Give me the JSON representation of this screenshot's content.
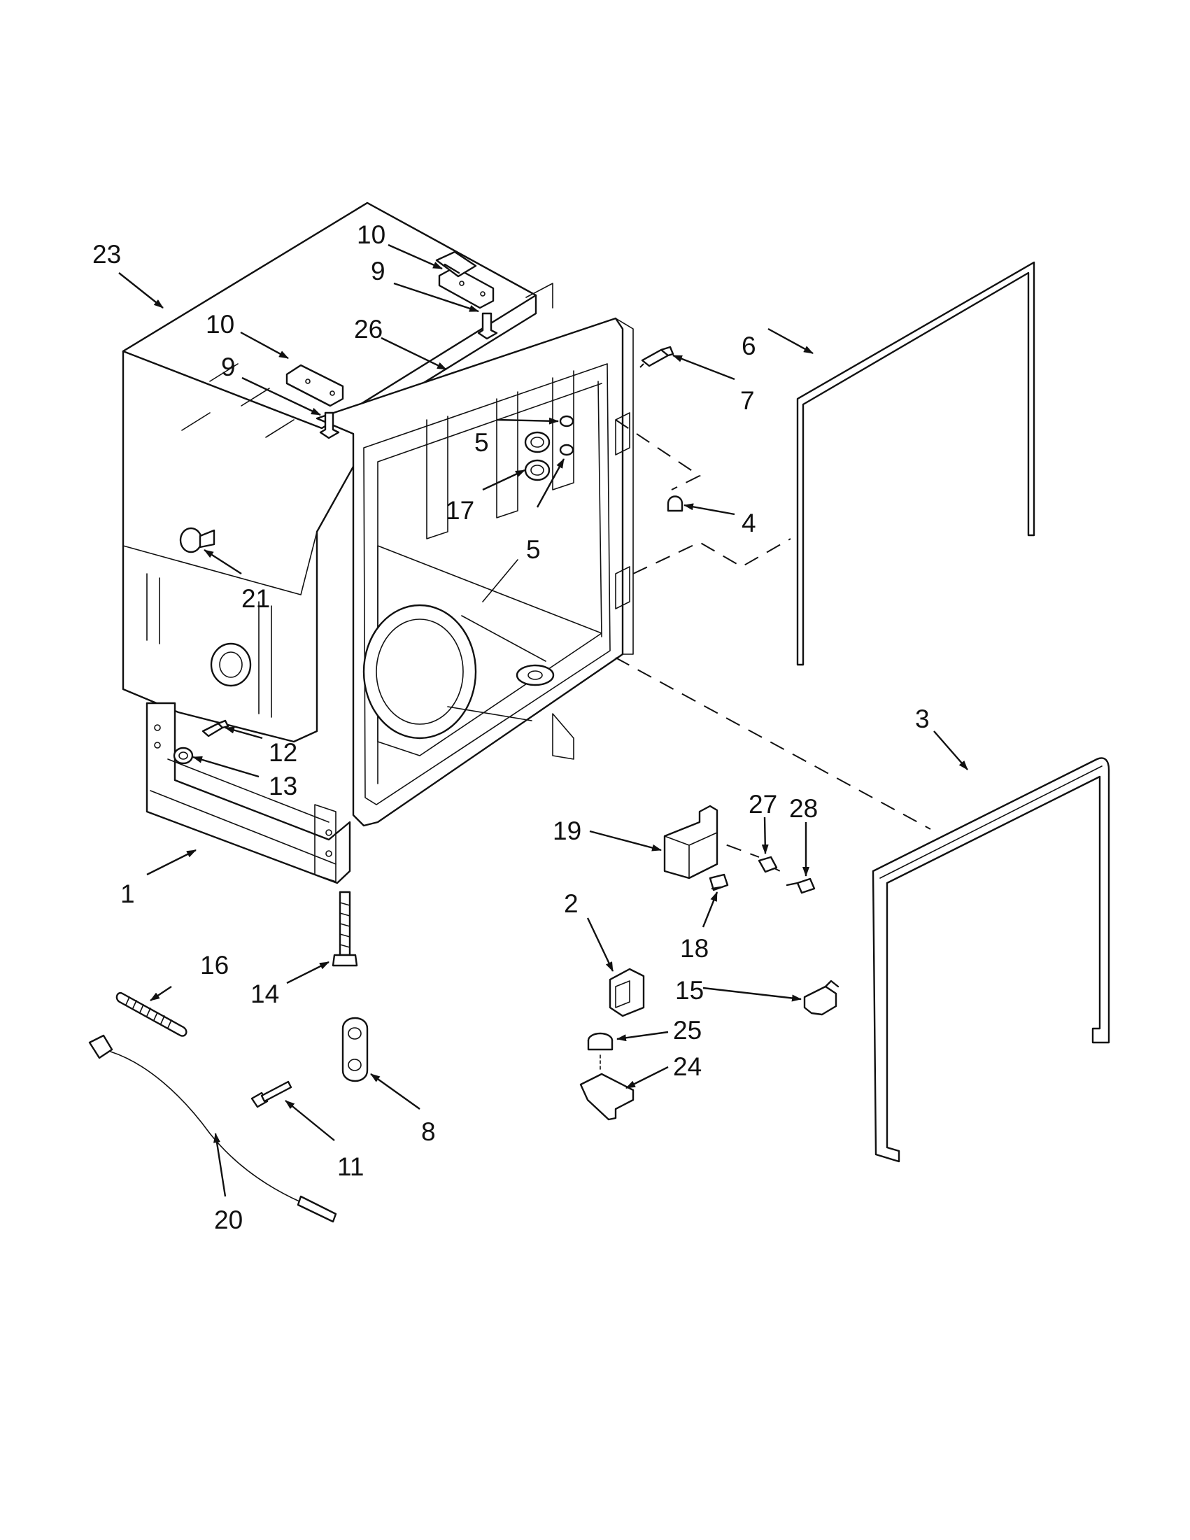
{
  "colors": {
    "line": "#111111",
    "background": "#ffffff"
  },
  "callouts": {
    "c1": "1",
    "c2": "2",
    "c3": "3",
    "c4": "4",
    "c5a": "5",
    "c5b": "5",
    "c6": "6",
    "c7": "7",
    "c8": "8",
    "c9a": "9",
    "c9b": "9",
    "c10a": "10",
    "c10b": "10",
    "c11": "11",
    "c12": "12",
    "c13": "13",
    "c14": "14",
    "c15": "15",
    "c16": "16",
    "c17": "17",
    "c18": "18",
    "c19": "19",
    "c20": "20",
    "c21": "21",
    "c23": "23",
    "c24": "24",
    "c25": "25",
    "c26": "26",
    "c27": "27",
    "c28": "28"
  }
}
